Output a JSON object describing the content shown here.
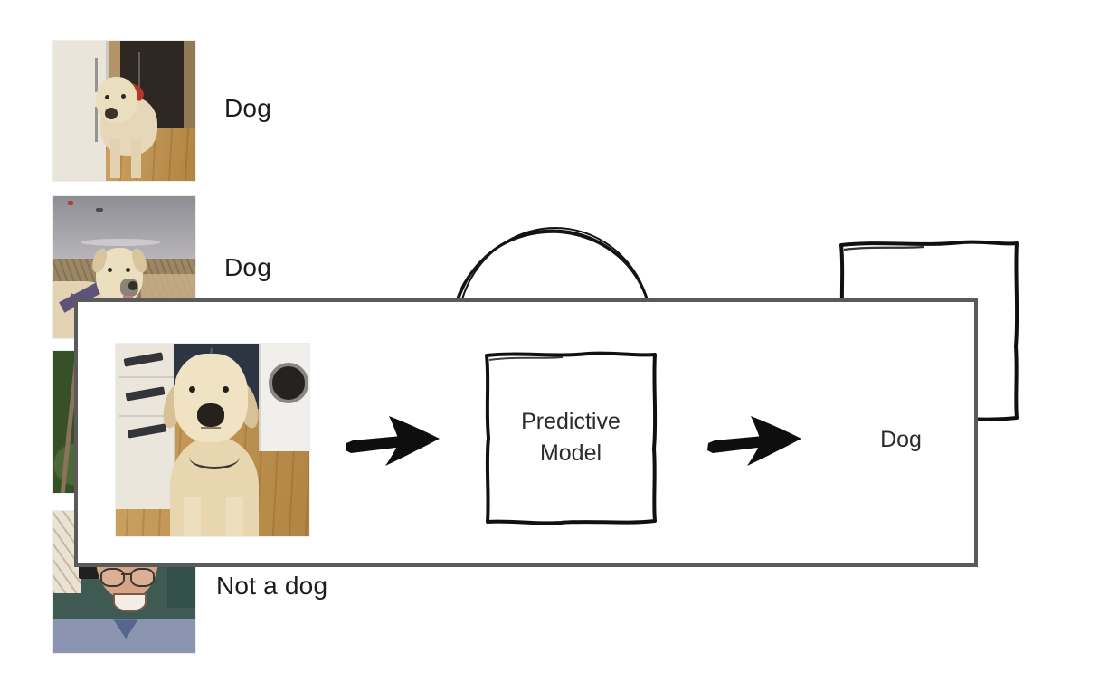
{
  "canvas": {
    "background": "#ffffff"
  },
  "training_set": {
    "rows": [
      {
        "label": "Dog",
        "image": "dog-with-devil-horns-photo"
      },
      {
        "label": "Dog",
        "image": "dog-by-lake-photo"
      },
      {
        "label": "",
        "image": "foliage-photo-mostly-hidden-behind-panel"
      },
      {
        "label": "Not a dog",
        "image": "smiling-man-photo"
      }
    ]
  },
  "overlay_panel": {
    "input_image": "labrador-standing-in-kitchen-photo",
    "arrow_icon": "hand-drawn-right-arrow",
    "model_box_label": "Predictive Model",
    "output_label": "Dog"
  },
  "background_shapes": {
    "circle": "hand-drawn-sketch-circle-partially-hidden-behind-panel",
    "square": "hand-drawn-sketch-square-top-right-partially-hidden"
  },
  "colors": {
    "panel_border": "#5a5a5c",
    "sketch_ink": "#121212",
    "label_text": "#1c1c1c",
    "panel_text": "#2b2b2b"
  }
}
